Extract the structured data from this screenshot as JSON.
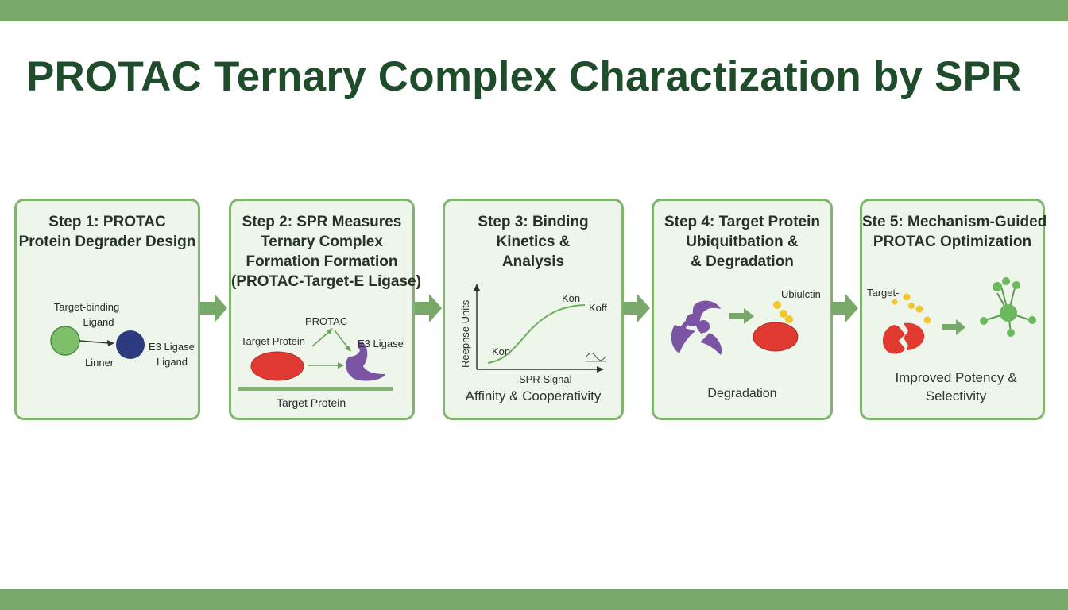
{
  "title": "PROTAC Ternary Complex Charactization by SPR",
  "colors": {
    "band": "#78a86a",
    "card_border": "#7fb56f",
    "card_bg": "#eef5ea",
    "title": "#1f4d2c",
    "target_red": "#e03a33",
    "e3_purple": "#7b55a3",
    "ligand_green": "#7fbf6a",
    "navy": "#2e3a80",
    "ubiquitin_yellow": "#f2c62f"
  },
  "step1": {
    "title": [
      "Step 1: PROTAC",
      "Protein Degrader Design"
    ],
    "labels": {
      "target_binding": "Target-binding",
      "ligand": "Ligand",
      "linker": "Linner",
      "e3_ligase": "E3 Ligase",
      "e3_ligand": "Ligand"
    }
  },
  "step2": {
    "title": [
      "Step 2: SPR Measures",
      "Ternary Complex",
      "Formation Formation",
      "(PROTAC-Target-E Ligase)"
    ],
    "labels": {
      "protac": "PROTAC",
      "target_protein": "Target Protein",
      "e3_ligase": "E3 Ligase",
      "surface_label": "Target Protein"
    }
  },
  "step3": {
    "title": [
      "Step 3: Binding",
      "Kinetics &",
      "Analysis"
    ],
    "labels": {
      "y_axis": "Reepnse Units",
      "x_axis": "SPR Signal",
      "kon_top": "Kon",
      "koff": "Koff",
      "kon_bottom": "Kon"
    },
    "caption": "Affinity & Cooperativity"
  },
  "step4": {
    "title": [
      "Step 4: Target Protein",
      "Ubiquitbation &",
      "& Degradation"
    ],
    "labels": {
      "ubiquitin": "Ubiulctin"
    },
    "caption": "Degradation"
  },
  "step5": {
    "title": [
      "Ste 5: Mechanism-Guided",
      "PROTAC Optimization"
    ],
    "labels": {
      "target": "Target-"
    },
    "caption": [
      "Improved Potency &",
      "Selectivity"
    ]
  }
}
